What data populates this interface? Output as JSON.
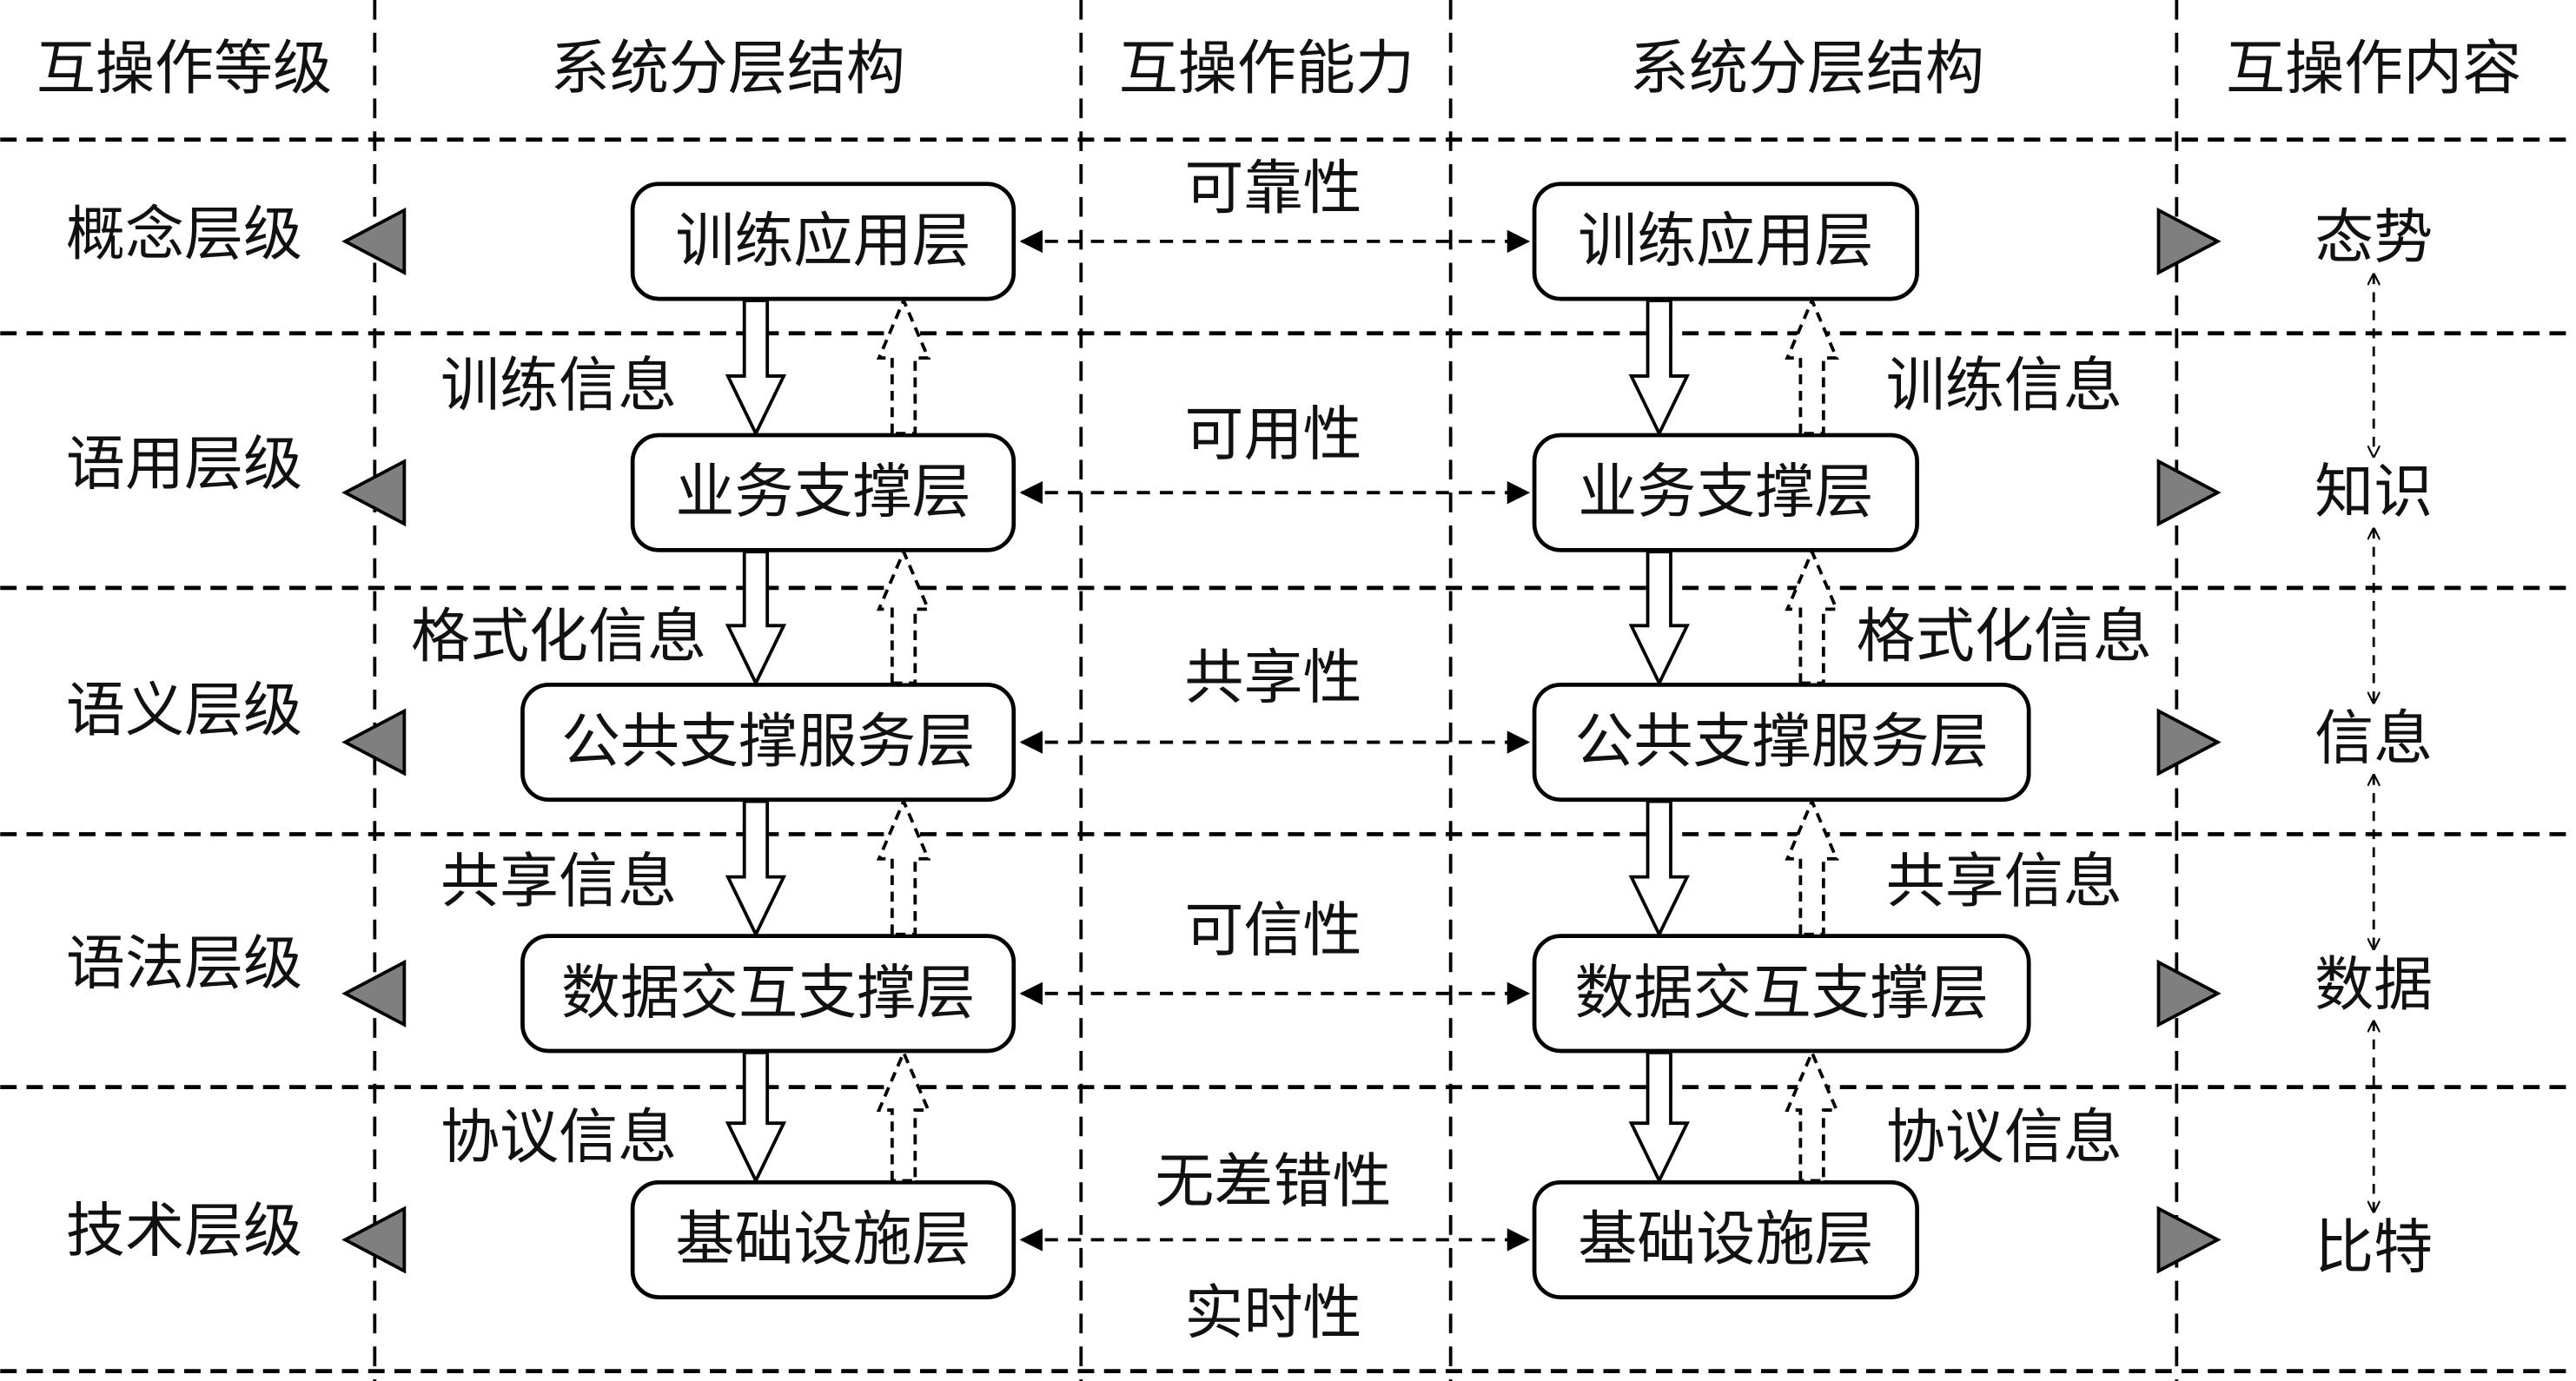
{
  "headers": [
    "互操作等级",
    "系统分层结构",
    "互操作能力",
    "系统分层结构",
    "互操作内容"
  ],
  "levels": [
    "概念层级",
    "语用层级",
    "语义层级",
    "语法层级",
    "技术层级"
  ],
  "left_layers": [
    "训练应用层",
    "业务支撑层",
    "公共支撑服务层",
    "数据交互支撑层",
    "基础设施层"
  ],
  "right_layers": [
    "训练应用层",
    "业务支撑层",
    "公共支撑服务层",
    "数据交互支撑层",
    "基础设施层"
  ],
  "capabilities": [
    "可靠性",
    "可用性",
    "共享性",
    "可信性",
    "无差错性",
    "实时性"
  ],
  "left_info": [
    "训练信息",
    "格式化信息",
    "共享信息",
    "协议信息"
  ],
  "right_info": [
    "训练信息",
    "格式化信息",
    "共享信息",
    "协议信息"
  ],
  "contents": [
    "态势",
    "知识",
    "信息",
    "数据",
    "比特"
  ],
  "colors": {
    "triangle_fill": "#7f7f7f",
    "line": "#000000",
    "background": "#ffffff"
  }
}
